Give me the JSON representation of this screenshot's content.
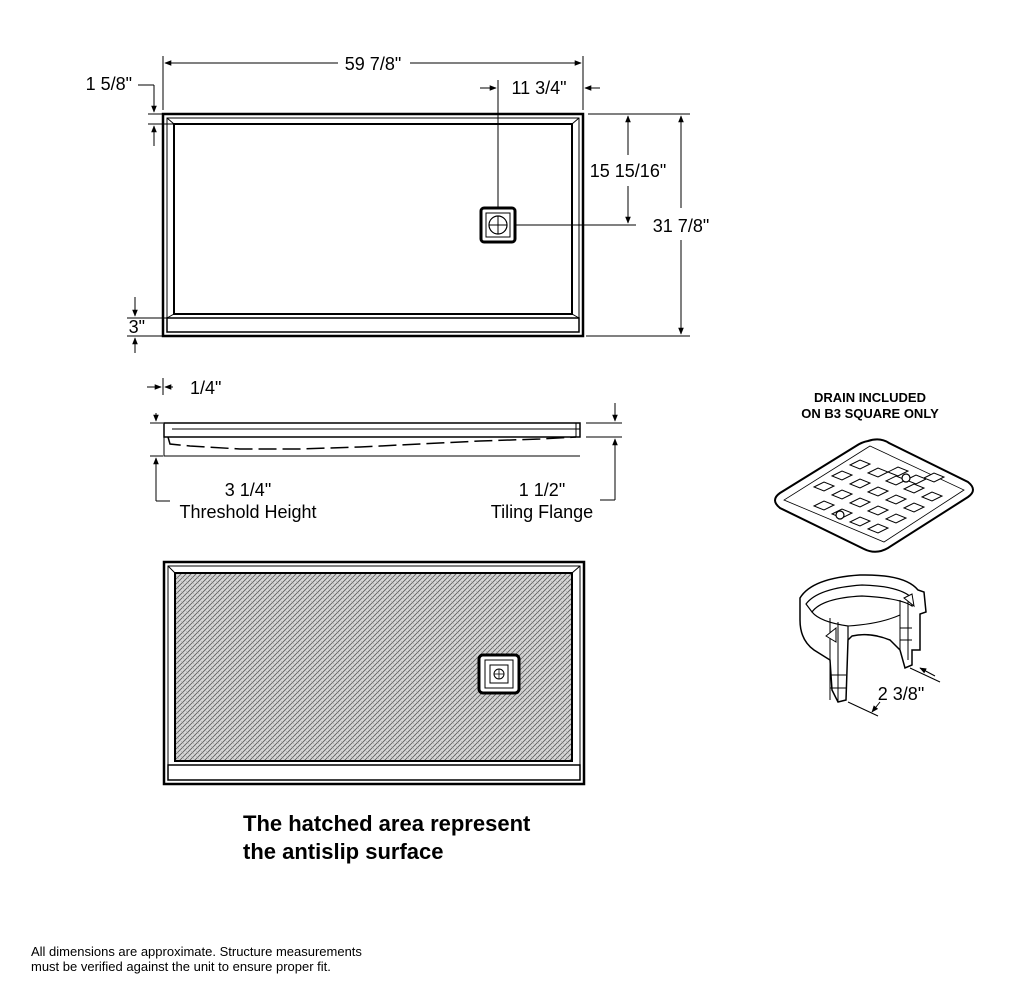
{
  "dimensions": {
    "overall_width": "59 7/8\"",
    "top_offset": "1 5/8\"",
    "drain_from_right": "11 3/4\"",
    "drain_from_top": "15 15/16\"",
    "overall_depth": "31 7/8\"",
    "threshold_width": "3\"",
    "edge_lip": "1/4\"",
    "threshold_height_value": "3 1/4\"",
    "threshold_height_label": "Threshold Height",
    "tiling_flange_value": "1 1/2\"",
    "tiling_flange_label": "Tiling Flange",
    "drain_body_height": "2 3/8\""
  },
  "drain_caption": {
    "line1": "DRAIN INCLUDED",
    "line2": "ON B3 SQUARE ONLY"
  },
  "note": {
    "line1": "The hatched area represent",
    "line2": "the antislip surface"
  },
  "footnote": {
    "line1": "All dimensions are approximate. Structure measurements",
    "line2": "must be verified against the unit to ensure proper fit."
  }
}
